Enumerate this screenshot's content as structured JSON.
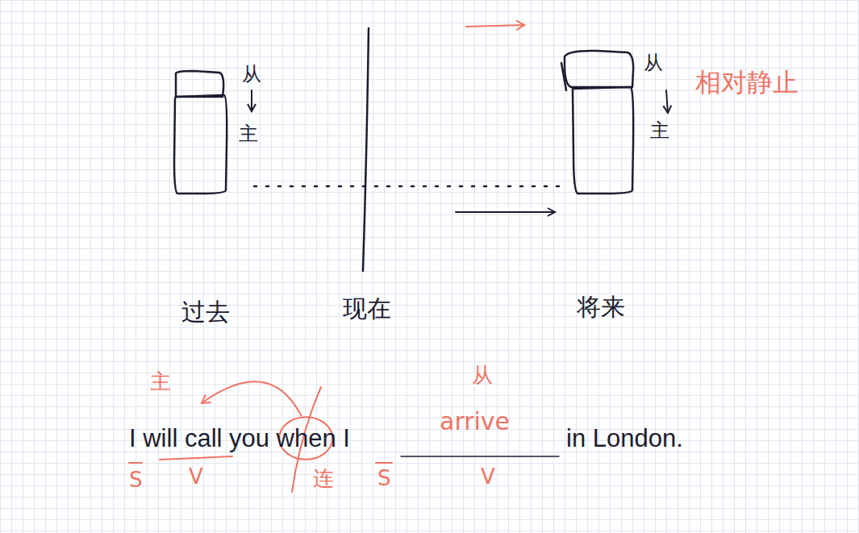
{
  "diagram": {
    "labels": [
      "从",
      "主",
      "过去",
      "现在",
      "将来",
      "从",
      "主",
      "相对静止",
      "主",
      "I will call you when I",
      "in London.",
      "S",
      "V",
      "连",
      "S",
      "从",
      "arrive",
      "V"
    ]
  }
}
